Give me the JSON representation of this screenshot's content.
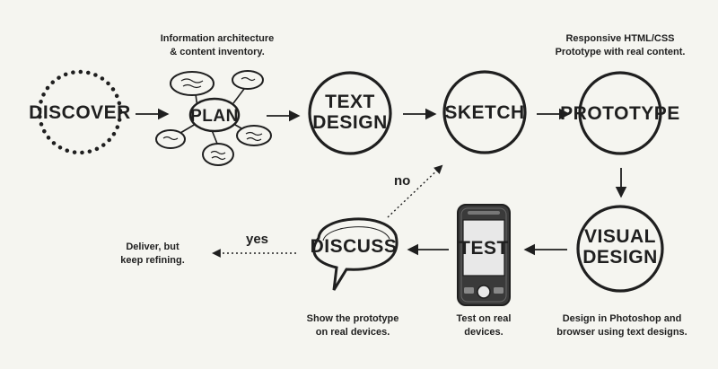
{
  "nodes": {
    "discover": "DISCOVER",
    "plan": "PLAN",
    "text_design": [
      "TEXT",
      "DESIGN"
    ],
    "sketch": "SKETCH",
    "prototype": "PROTOTYPE",
    "visual_design": [
      "VISUAL",
      "DESIGN"
    ],
    "test": "TEST",
    "discuss": "DISCUSS"
  },
  "captions": {
    "plan": [
      "Information architecture",
      "& content inventory."
    ],
    "prototype": [
      "Responsive HTML/CSS",
      "Prototype with real content."
    ],
    "visual_design": [
      "Design in Photoshop and",
      "browser using text designs."
    ],
    "test": [
      "Test on real",
      "devices."
    ],
    "discuss": [
      "Show the prototype",
      "on real devices."
    ],
    "deliver": [
      "Deliver, but",
      "keep refining."
    ]
  },
  "edge_labels": {
    "no": "no",
    "yes": "yes"
  },
  "colors": {
    "background": "#f5f5f0",
    "ink": "#1f1f1f",
    "phone_body": "#3a3a3a",
    "phone_screen": "#e8e8e8"
  }
}
